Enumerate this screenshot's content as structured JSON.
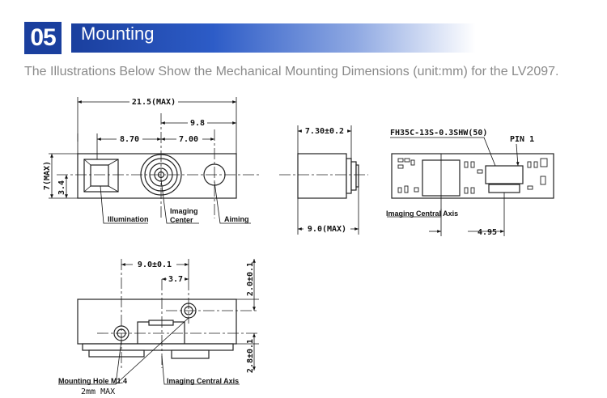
{
  "header": {
    "number": "05",
    "title": "Mounting"
  },
  "subtitle": "The Illustrations Below Show the Mechanical Mounting Dimensions (unit:mm) for the LV2097.",
  "front_view": {
    "dim_total_width": "21.5(MAX)",
    "dim_9_8": "9.8",
    "dim_8_70": "8.70",
    "dim_7_00": "7.00",
    "dim_height": "7(MAX)",
    "dim_3_4": "3.4",
    "label_illumination": "Illumination",
    "label_imaging_center_1": "Imaging",
    "label_imaging_center_2": "Center",
    "label_aiming": "Aiming"
  },
  "side_view": {
    "dim_7_30": "7.30±0.2",
    "dim_9_0_max": "9.0(MAX)"
  },
  "rear_view": {
    "connector": "FH35C-13S-0.3SHW(50)",
    "pin_label": "PIN 1",
    "imaging_axis": "Imaging Central Axis",
    "dim_4_95": "4.95"
  },
  "bottom_view": {
    "dim_9_0": "9.0±0.1",
    "dim_3_7": "3.7",
    "dim_2_0": "2.0±0.1",
    "dim_2_8": "2.8±0.1",
    "label_mounting_hole": "Mounting Hole M1.4",
    "label_2mm_max": "2mm MAX",
    "label_imaging_axis": "Imaging Central Axis"
  }
}
